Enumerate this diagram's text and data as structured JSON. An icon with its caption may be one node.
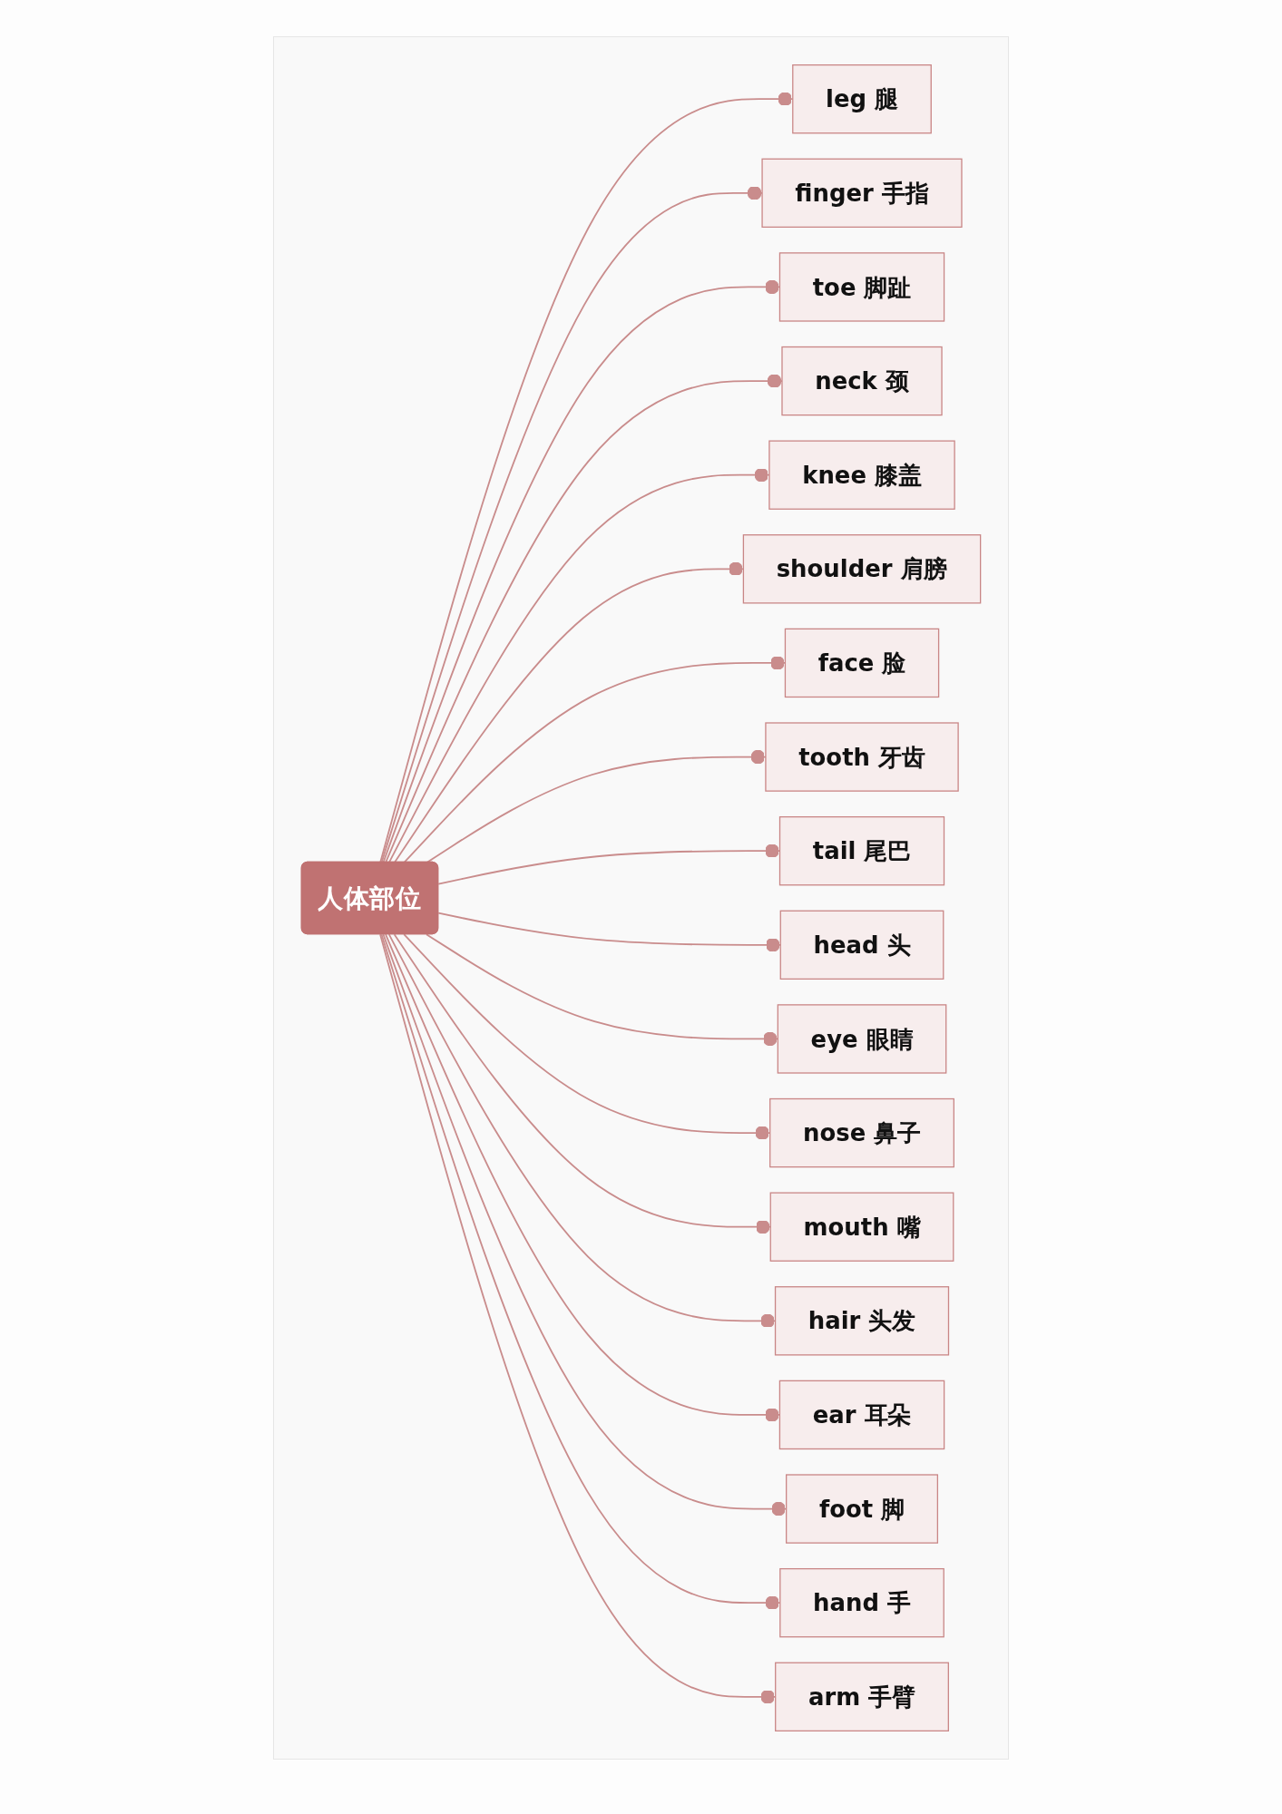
{
  "diagram": {
    "nodes": [
      {
        "text": [
          "人体部位"
        ]
      },
      {
        "text": [
          "leg 腿"
        ]
      },
      {
        "text": [
          "finger 手指"
        ]
      },
      {
        "text": [
          "toe 脚趾"
        ]
      },
      {
        "text": [
          "neck 颈"
        ]
      },
      {
        "text": [
          "knee 膝盖"
        ]
      },
      {
        "text": [
          "shoulder 肩膀"
        ]
      },
      {
        "text": [
          "face 脸"
        ]
      },
      {
        "text": [
          "tooth 牙齿"
        ]
      },
      {
        "text": [
          "tail 尾巴"
        ]
      },
      {
        "text": [
          "head 头"
        ]
      },
      {
        "text": [
          "eye 眼睛"
        ]
      },
      {
        "text": [
          "nose 鼻子"
        ]
      },
      {
        "text": [
          "mouth 嘴"
        ]
      },
      {
        "text": [
          "hair 头发"
        ]
      },
      {
        "text": [
          "ear 耳朵"
        ]
      },
      {
        "text": [
          "foot 脚"
        ]
      },
      {
        "text": [
          "hand 手"
        ]
      },
      {
        "text": [
          "arm 手臂"
        ]
      }
    ],
    "edges": [
      {
        "from": 0,
        "to": 1,
        "arrow": "other"
      },
      {
        "from": 0,
        "to": 2,
        "arrow": "other"
      },
      {
        "from": 0,
        "to": 3,
        "arrow": "other"
      },
      {
        "from": 0,
        "to": 4,
        "arrow": "other"
      },
      {
        "from": 0,
        "to": 5,
        "arrow": "other"
      },
      {
        "from": 0,
        "to": 6,
        "arrow": "other"
      },
      {
        "from": 0,
        "to": 7,
        "arrow": "other"
      },
      {
        "from": 0,
        "to": 8,
        "arrow": "other"
      },
      {
        "from": 0,
        "to": 9,
        "arrow": "other"
      },
      {
        "from": 0,
        "to": 10,
        "arrow": "other"
      },
      {
        "from": 0,
        "to": 11,
        "arrow": "other"
      },
      {
        "from": 0,
        "to": 12,
        "arrow": "other"
      },
      {
        "from": 0,
        "to": 13,
        "arrow": "other"
      },
      {
        "from": 0,
        "to": 14,
        "arrow": "other"
      },
      {
        "from": 0,
        "to": 15,
        "arrow": "other"
      },
      {
        "from": 0,
        "to": 16,
        "arrow": "other"
      },
      {
        "from": 0,
        "to": 17,
        "arrow": "other"
      },
      {
        "from": 0,
        "to": 18,
        "arrow": "other"
      }
    ]
  }
}
